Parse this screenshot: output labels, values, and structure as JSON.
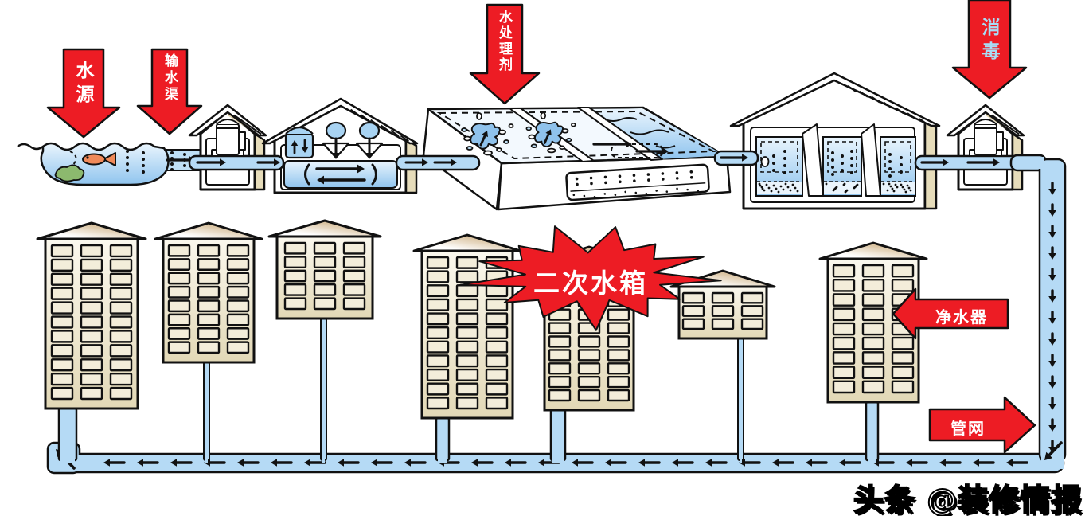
{
  "diagram": {
    "stage_labels": {
      "water_source": "水源",
      "water_channel": "输水渠",
      "treatment_agent": "水处理剂",
      "disinfection": "消毒"
    },
    "callouts": {
      "secondary_tank": "二次水箱",
      "water_purifier": "净水器",
      "pipe_network": "管网"
    },
    "watermark": "头条 @装修情报",
    "colors": {
      "arrow_red": "#ED1C24",
      "outline_black": "#111111",
      "pipe_blue": "#B5DAF5",
      "water_blue": "#90C5EF",
      "building_cream": "#E9E0C2",
      "roof_brown": "#BE9659",
      "disinfection_text": "#A9DCF5"
    }
  }
}
